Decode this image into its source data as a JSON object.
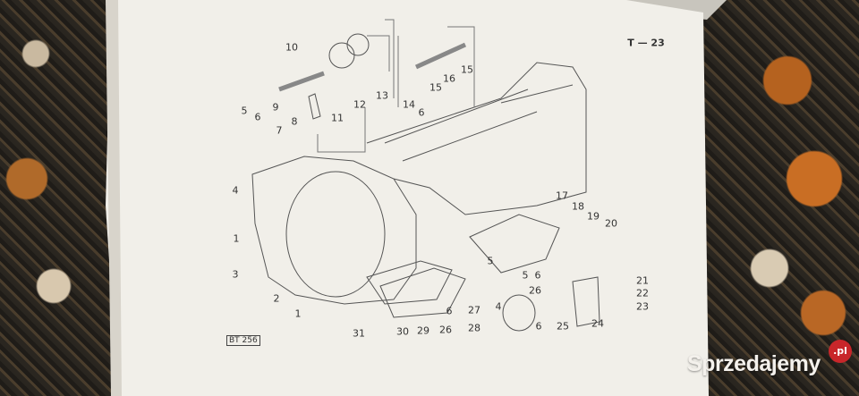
{
  "page": {
    "code": "T — 23",
    "figure_ref": "BT 256"
  },
  "callouts": [
    "10",
    "9",
    "8",
    "11",
    "12",
    "13",
    "5",
    "6",
    "7",
    "4",
    "1",
    "3",
    "2",
    "1",
    "14",
    "6",
    "15",
    "16",
    "15",
    "17",
    "18",
    "19",
    "20",
    "5",
    "5",
    "6",
    "26",
    "21",
    "22",
    "23",
    "24",
    "25",
    "6",
    "4",
    "27",
    "28",
    "26",
    "6",
    "29",
    "30",
    "31"
  ],
  "watermark": {
    "text": "Sprzedajemy",
    ".pl": ".pl",
    "badge": ".pl",
    "badge_color": "#c8262a"
  },
  "colors": {
    "paper": "#f1efe9",
    "ink": "#333333"
  }
}
